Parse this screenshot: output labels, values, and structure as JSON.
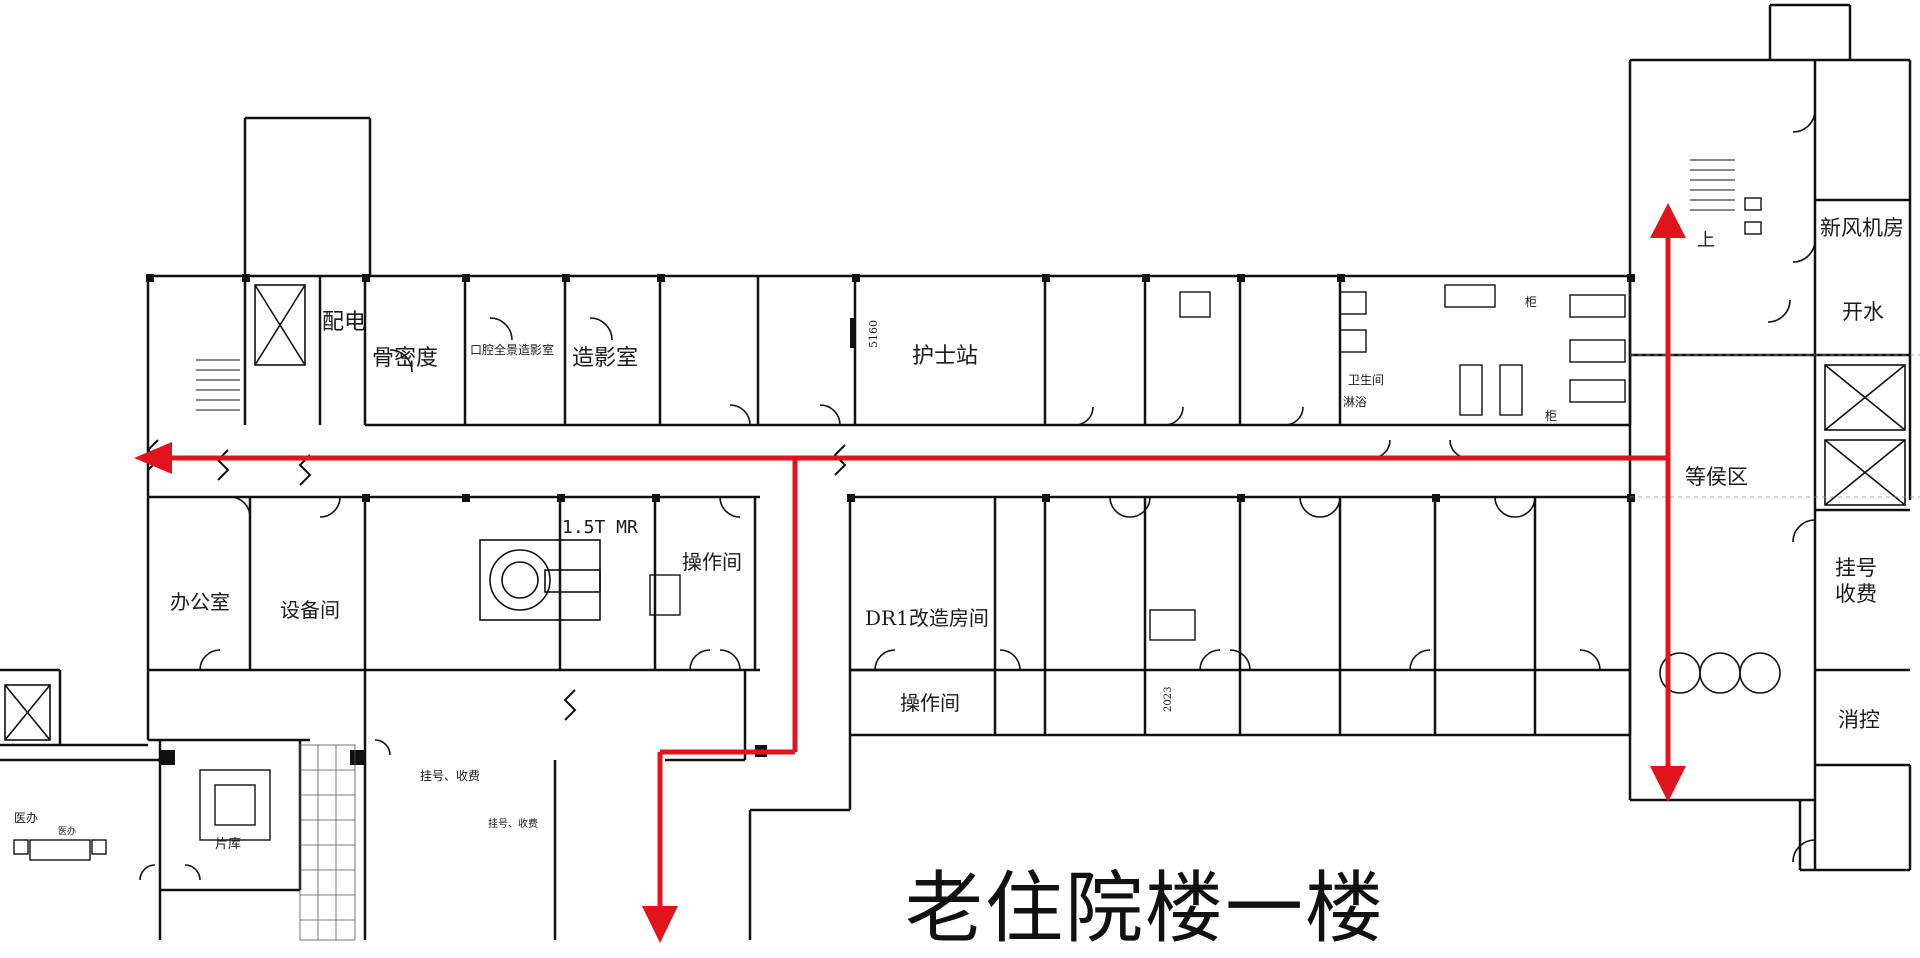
{
  "map_title": "老住院楼一楼",
  "rooms": {
    "power": "配电",
    "bone_density": "骨密度",
    "oral_panorama": "口腔全景造影室",
    "contrast": "造影室",
    "nurse_station": "护士站",
    "office": "办公室",
    "equipment": "设备间",
    "mr": "1.5T MR",
    "operation_1": "操作间",
    "dr1": "DR1改造房间",
    "operation_2": "操作间",
    "waiting": "等侯区",
    "fresh_air": "新风机房",
    "water": "开水",
    "registration_1": "挂号",
    "registration_2": "收费",
    "fire_control": "消控",
    "toilet": "卫生间",
    "shower": "淋浴",
    "cabinet_1": "柜",
    "cabinet_2": "柜",
    "up": "上",
    "film": "片库",
    "reg_fee_1": "挂号、收费",
    "reg_fee_2": "挂号、收费",
    "medical_office": "医办",
    "medical_office_2": "医办"
  },
  "dimensions": {
    "d5160": "5160",
    "d2023": "2023"
  },
  "route": {
    "color": "#e0141c",
    "arrows": [
      "left",
      "down",
      "up",
      "down"
    ]
  },
  "colors": {
    "wall": "#111111",
    "route": "#e0141c",
    "background": "#ffffff"
  }
}
